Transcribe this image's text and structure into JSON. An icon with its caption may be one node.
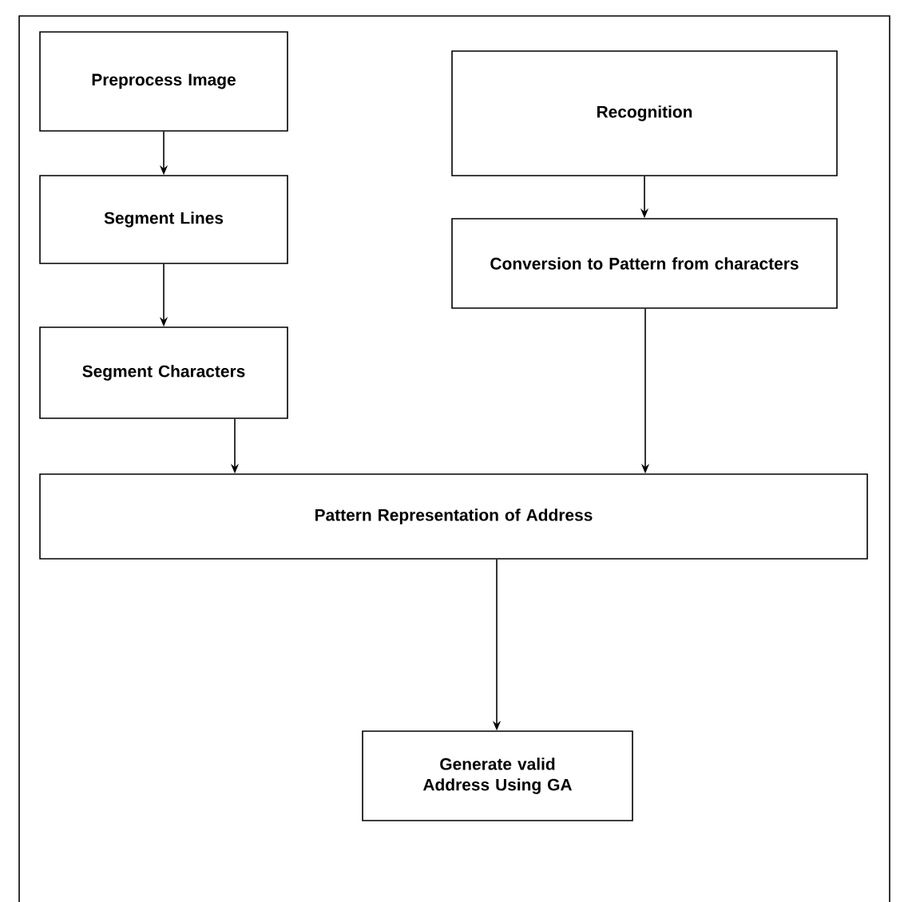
{
  "diagram": {
    "nodes": [
      {
        "text": [
          "Preprocess Image"
        ]
      },
      {
        "text": [
          "Segment Lines"
        ]
      },
      {
        "text": [
          "Segment Characters"
        ]
      },
      {
        "text": [
          "Recognition"
        ]
      },
      {
        "text": [
          "Conversion to Pattern from characters"
        ]
      },
      {
        "text": [
          "Pattern Representation of Address"
        ]
      },
      {
        "text": [
          "Generate valid Address Using GA"
        ]
      }
    ],
    "edges": [
      {
        "from": 0,
        "to": 1,
        "arrow": "to"
      },
      {
        "from": 1,
        "to": 2,
        "arrow": "to"
      },
      {
        "from": 3,
        "to": 4,
        "arrow": "to"
      },
      {
        "from": 2,
        "to": 5,
        "arrow": "to"
      },
      {
        "from": 4,
        "to": 5,
        "arrow": "to"
      },
      {
        "from": 5,
        "to": 6,
        "arrow": "to"
      }
    ]
  }
}
